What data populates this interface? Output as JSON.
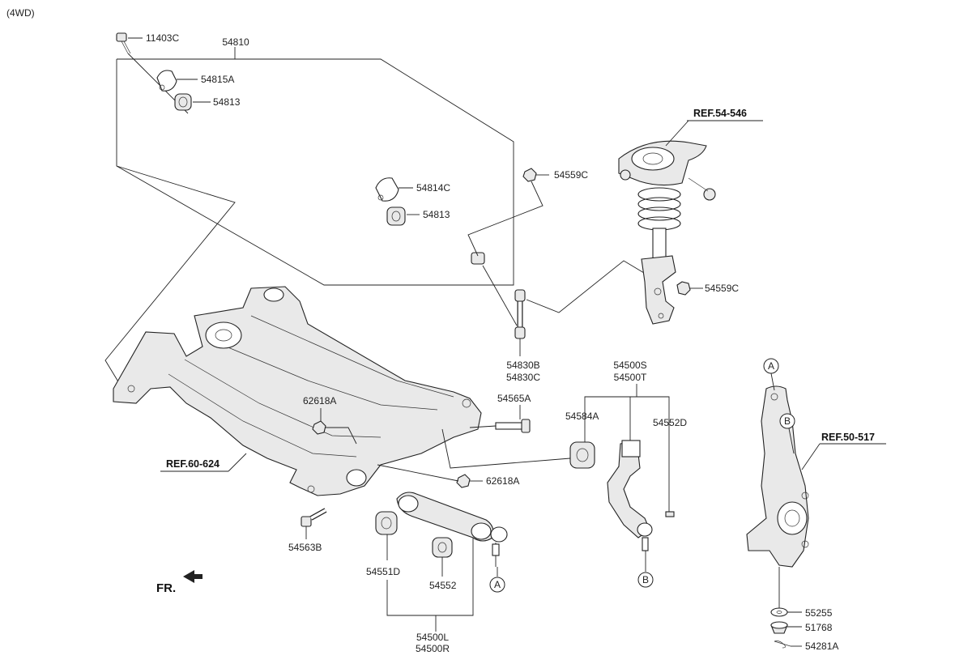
{
  "variant": "(4WD)",
  "front_marker": "FR.",
  "refs": {
    "strut": "REF.54-546",
    "subframe": "REF.60-624",
    "knuckle": "REF.50-517"
  },
  "circle_markers": {
    "a": "A",
    "b": "B"
  },
  "parts": {
    "p11403C": "11403C",
    "p54810": "54810",
    "p54815A": "54815A",
    "p54813_top": "54813",
    "p54814C": "54814C",
    "p54813_mid": "54813",
    "p54559C_top": "54559C",
    "p54559C_bot": "54559C",
    "p54830B": "54830B",
    "p54830C": "54830C",
    "p62618A_top": "62618A",
    "p54565A": "54565A",
    "p62618A_bot": "62618A",
    "p54563B": "54563B",
    "p54551D": "54551D",
    "p54552": "54552",
    "p54500L": "54500L",
    "p54500R": "54500R",
    "p54500S": "54500S",
    "p54500T": "54500T",
    "p54584A": "54584A",
    "p54552D": "54552D",
    "p55255": "55255",
    "p51768": "51768",
    "p54281A": "54281A"
  }
}
